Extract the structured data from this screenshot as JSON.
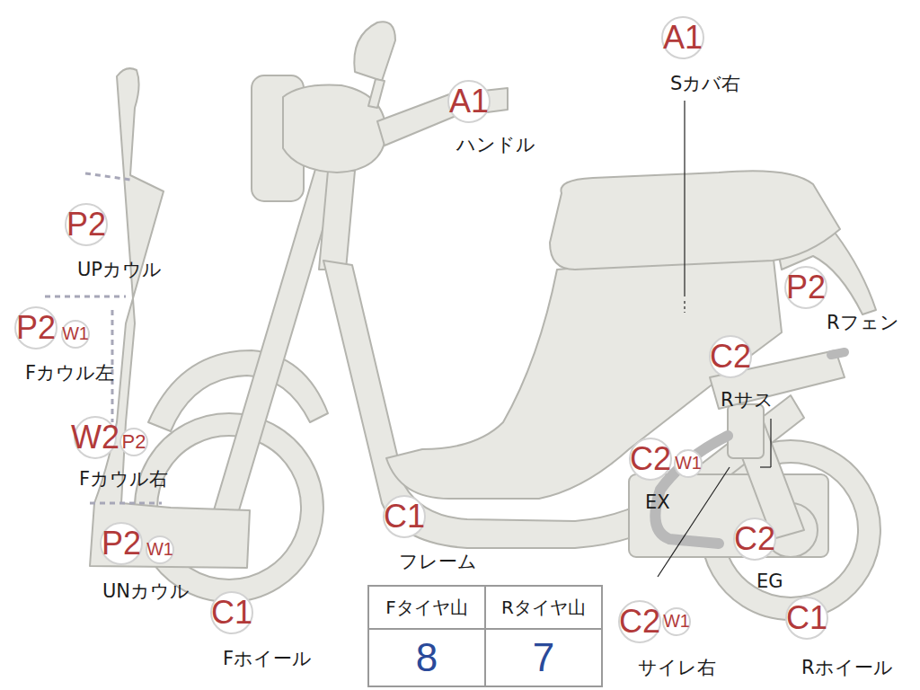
{
  "diagram": {
    "nodes": [
      {
        "text": [
          "A1",
          "ハンドル"
        ]
      },
      {
        "text": [
          "A1",
          "Sカバ右"
        ]
      },
      {
        "text": [
          "P2",
          "UPカウル"
        ]
      },
      {
        "text": [
          "P2",
          "Fカウル左"
        ]
      },
      {
        "text": [
          "W1"
        ]
      },
      {
        "text": [
          "W2",
          "Fカウル右"
        ]
      },
      {
        "text": [
          "P2"
        ]
      },
      {
        "text": [
          "P2",
          "UNカウル"
        ]
      },
      {
        "text": [
          "W1"
        ]
      },
      {
        "text": [
          "C1",
          "Fホイール"
        ]
      },
      {
        "text": [
          "C1",
          "フレーム"
        ]
      },
      {
        "text": [
          "P2",
          "Rフェン"
        ]
      },
      {
        "text": [
          "C2",
          "Rサス"
        ]
      },
      {
        "text": [
          "C2",
          "EX"
        ]
      },
      {
        "text": [
          "W1"
        ]
      },
      {
        "text": [
          "C2",
          "EG"
        ]
      },
      {
        "text": [
          "C1",
          "Rホイール"
        ]
      },
      {
        "text": [
          "C2",
          "サイレ右"
        ]
      },
      {
        "text": [
          "W1"
        ]
      }
    ],
    "labels": [
      "Fタイヤ山",
      "Rタイヤ山",
      "8",
      "7"
    ]
  }
}
